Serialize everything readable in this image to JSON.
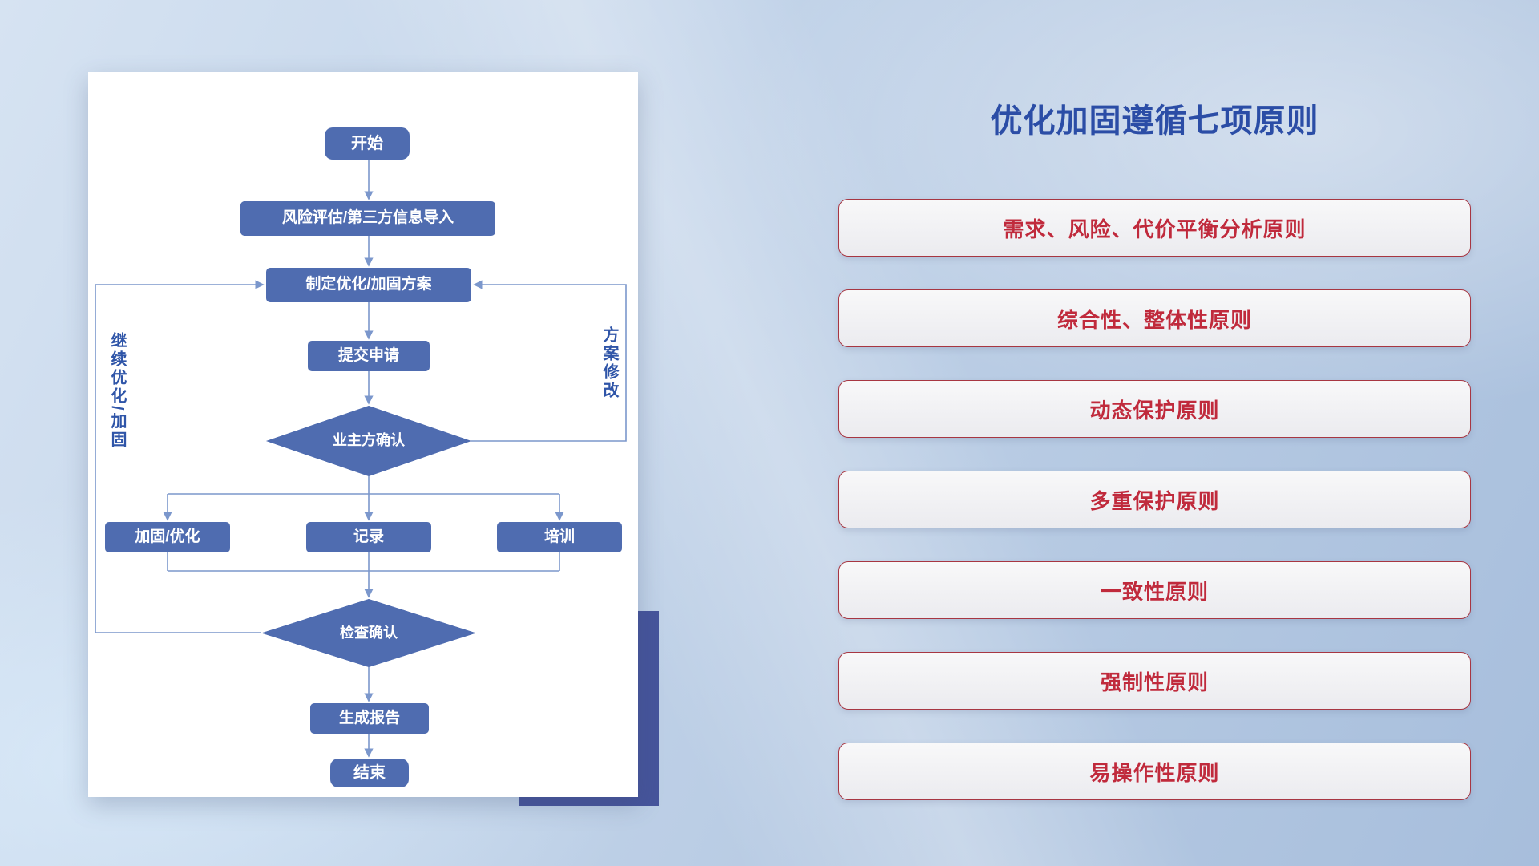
{
  "slide": {
    "title": "优化加固遵循七项原则"
  },
  "flowchart": {
    "nodes": {
      "start": "开始",
      "risk_import": "风险评估/第三方信息导入",
      "make_plan": "制定优化/加固方案",
      "submit": "提交申请",
      "owner_confirm": "业主方确认",
      "reinforce": "加固/优化",
      "record": "记录",
      "training": "培训",
      "check_confirm": "检查确认",
      "report": "生成报告",
      "end": "结束"
    },
    "labels": {
      "left_loop": "继续优化/加固",
      "right_loop": "方案修改"
    }
  },
  "principles": {
    "items": [
      {
        "label": "需求、风险、代价平衡分析原则"
      },
      {
        "label": "综合性、整体性原则"
      },
      {
        "label": "动态保护原则"
      },
      {
        "label": "多重保护原则"
      },
      {
        "label": "一致性原则"
      },
      {
        "label": "强制性原则"
      },
      {
        "label": "易操作性原则"
      }
    ]
  },
  "colors": {
    "title_blue": "#2b4da6",
    "node_blue": "#4f6cb0",
    "line_blue": "#7b97cc",
    "principle_red": "#c02a3c",
    "principle_border": "#a73642",
    "accent_rect": "#46549b",
    "loop_label_blue": "#2f55a8"
  }
}
